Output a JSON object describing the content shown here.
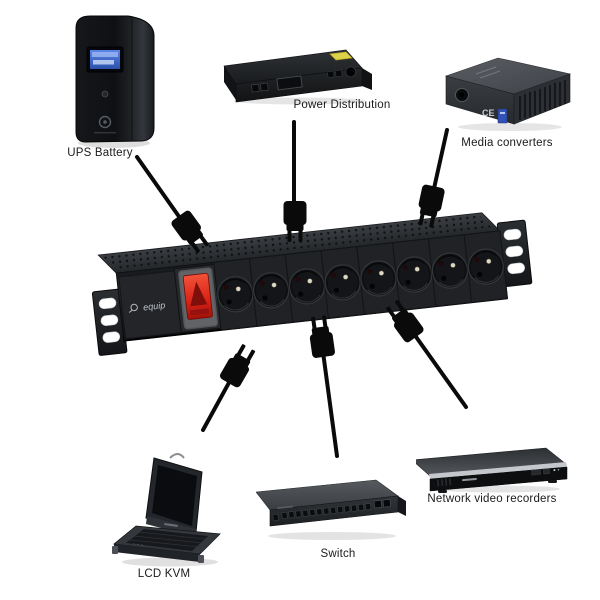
{
  "background_color": "#ffffff",
  "pdu": {
    "brand": "equip",
    "socket_count": 8,
    "power_switch_color": "#e03422",
    "rack_ear_hole_count": 3
  },
  "devices": {
    "ups": {
      "label": "UPS Battery"
    },
    "power_distribution": {
      "label": "Power Distribution"
    },
    "media_converters": {
      "label": "Media converters",
      "ce_mark": "CE"
    },
    "lcd_kvm": {
      "label": "LCD KVM"
    },
    "switch": {
      "label": "Switch"
    },
    "nvr": {
      "label": "Network video recorders"
    }
  },
  "connections": {
    "plug_count": 6,
    "plug_icon": "two-pin-power-plug",
    "cable_color": "#0a0a0a"
  },
  "colors": {
    "ups_lcd_blue": "#3c66c8",
    "sticker_yellow": "#ddd24a",
    "rocker_red": "#e03422",
    "silver_strip": "#c4c8cc",
    "label_text": "#1b1b1b"
  }
}
